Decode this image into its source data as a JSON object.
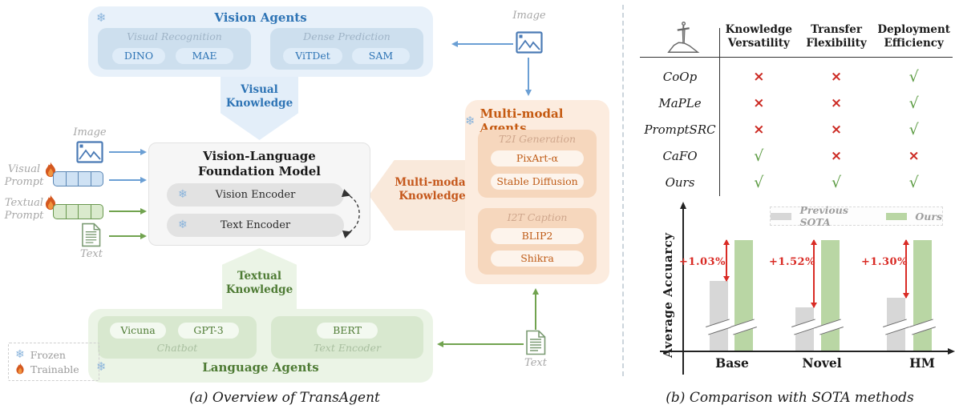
{
  "figure": {
    "caption_a": "(a) Overview of TransAgent",
    "caption_b": "(b) Comparison with SOTA methods"
  },
  "panel_a": {
    "vision_agents": {
      "title": "Vision Agents",
      "groups": [
        {
          "label": "Visual Recognition",
          "items": [
            "DINO",
            "MAE"
          ]
        },
        {
          "label": "Dense Prediction",
          "items": [
            "ViTDet",
            "SAM"
          ]
        }
      ]
    },
    "visual_knowledge": {
      "line1": "Visual",
      "line2": "Knowledge"
    },
    "foundation_model": {
      "title_line1": "Vision-Language",
      "title_line2": "Foundation Model",
      "vision_encoder": "Vision Encoder",
      "text_encoder": "Text Encoder"
    },
    "multimodal_knowledge": {
      "line1": "Multi-modal",
      "line2": "Knowledge"
    },
    "textual_knowledge": {
      "line1": "Textual",
      "line2": "Knowledge"
    },
    "multimodal_agents": {
      "title": "Multi-modal Agents",
      "groups": [
        {
          "label": "T2I Generation",
          "items": [
            "PixArt-α",
            "Stable Diffusion"
          ]
        },
        {
          "label": "I2T Caption",
          "items": [
            "BLIP2",
            "Shikra"
          ]
        }
      ]
    },
    "language_agents": {
      "title": "Language Agents",
      "groups": [
        {
          "label": "Chatbot",
          "items": [
            "Vicuna",
            "GPT-3"
          ]
        },
        {
          "label": "Text Encoder",
          "items": [
            "BERT"
          ]
        }
      ]
    },
    "inputs": {
      "image_label": "Image",
      "visual_prompt": {
        "line1": "Visual",
        "line2": "Prompt"
      },
      "textual_prompt": {
        "line1": "Textual",
        "line2": "Prompt"
      },
      "text_label": "Text"
    },
    "io": {
      "image_label": "Image",
      "text_label": "Text"
    },
    "legend": {
      "frozen": "Frozen",
      "trainable": "Trainable"
    }
  },
  "panel_b": {
    "table": {
      "columns": [
        {
          "line1": "Knowledge",
          "line2": "Versatility"
        },
        {
          "line1": "Transfer",
          "line2": "Flexibility"
        },
        {
          "line1": "Deployment",
          "line2": "Efficiency"
        }
      ],
      "rows": [
        {
          "method": "CoOp",
          "marks": [
            "×",
            "×",
            "√"
          ]
        },
        {
          "method": "MaPLe",
          "marks": [
            "×",
            "×",
            "√"
          ]
        },
        {
          "method": "PromptSRC",
          "marks": [
            "×",
            "×",
            "√"
          ]
        },
        {
          "method": "CaFO",
          "marks": [
            "√",
            "×",
            "×"
          ]
        },
        {
          "method": "Ours",
          "marks": [
            "√",
            "√",
            "√"
          ]
        }
      ]
    }
  },
  "chart_data": {
    "type": "bar",
    "ylabel": "Average Accuarcy",
    "categories": [
      "Base",
      "Novel",
      "HM"
    ],
    "series": [
      {
        "name": "Previous SOTA",
        "color": "#d7d7d7",
        "relative_heights": [
          0.63,
          0.39,
          0.48
        ]
      },
      {
        "name": "Ours",
        "color": "#b9d6a4",
        "relative_heights": [
          1.0,
          1.0,
          1.0
        ]
      }
    ],
    "annotations": [
      "+1.03%",
      "+1.52%",
      "+1.30%"
    ],
    "axis_break": true,
    "ticks": "none",
    "legend_position": "top-right",
    "accent_color": "#d92b25"
  },
  "colors": {
    "vision_blue": "#2e74b5",
    "multimodal_orange": "#c55a11",
    "language_green": "#4e7b34",
    "cross_red": "#cc2b24",
    "check_green": "#5d9c44",
    "gain_red": "#d92b25",
    "bar_gray": "#d7d7d7",
    "bar_green": "#b9d6a4"
  }
}
